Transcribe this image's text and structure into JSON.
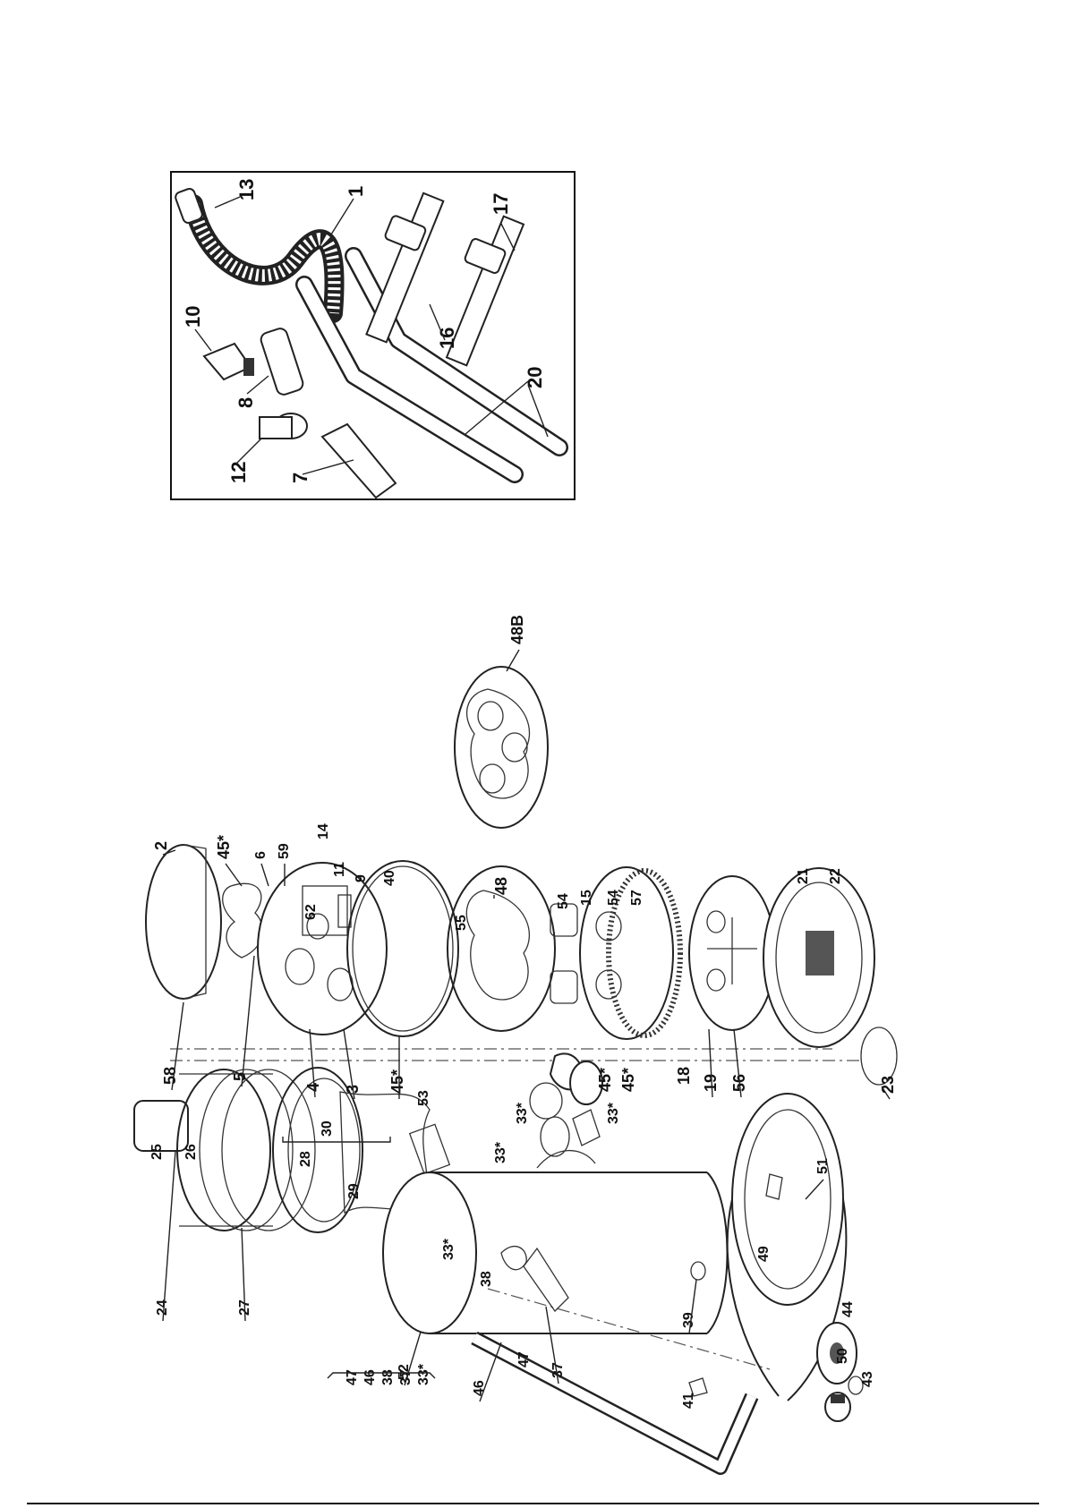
{
  "diagram": {
    "accessories_box": {
      "labels": [
        {
          "id": "acc-13",
          "text": "13"
        },
        {
          "id": "acc-1",
          "text": "1"
        },
        {
          "id": "acc-17",
          "text": "17"
        },
        {
          "id": "acc-10",
          "text": "10"
        },
        {
          "id": "acc-16",
          "text": "16"
        },
        {
          "id": "acc-8",
          "text": "8"
        },
        {
          "id": "acc-20",
          "text": "20"
        },
        {
          "id": "acc-12",
          "text": "12"
        },
        {
          "id": "acc-7",
          "text": "7"
        }
      ]
    },
    "exploded_view": {
      "labels": [
        {
          "id": "ex-48b",
          "text": "48B"
        },
        {
          "id": "ex-2",
          "text": "2"
        },
        {
          "id": "ex-45a",
          "text": "45*"
        },
        {
          "id": "ex-6",
          "text": "6"
        },
        {
          "id": "ex-59",
          "text": "59"
        },
        {
          "id": "ex-14",
          "text": "14"
        },
        {
          "id": "ex-11",
          "text": "11"
        },
        {
          "id": "ex-9",
          "text": "9"
        },
        {
          "id": "ex-62",
          "text": "62"
        },
        {
          "id": "ex-40",
          "text": "40"
        },
        {
          "id": "ex-48",
          "text": "48"
        },
        {
          "id": "ex-55",
          "text": "55"
        },
        {
          "id": "ex-54a",
          "text": "54"
        },
        {
          "id": "ex-15",
          "text": "15"
        },
        {
          "id": "ex-54b",
          "text": "54"
        },
        {
          "id": "ex-57",
          "text": "57"
        },
        {
          "id": "ex-21",
          "text": "21"
        },
        {
          "id": "ex-22",
          "text": "22"
        },
        {
          "id": "ex-58",
          "text": "58"
        },
        {
          "id": "ex-5",
          "text": "5"
        },
        {
          "id": "ex-4",
          "text": "4"
        },
        {
          "id": "ex-3",
          "text": "3"
        },
        {
          "id": "ex-45b",
          "text": "45*"
        },
        {
          "id": "ex-45c",
          "text": "45*"
        },
        {
          "id": "ex-45d",
          "text": "45*"
        },
        {
          "id": "ex-18",
          "text": "18"
        },
        {
          "id": "ex-19",
          "text": "19"
        },
        {
          "id": "ex-56",
          "text": "56"
        },
        {
          "id": "ex-23",
          "text": "23"
        },
        {
          "id": "ex-25",
          "text": "25"
        },
        {
          "id": "ex-26",
          "text": "26"
        },
        {
          "id": "ex-30",
          "text": "30"
        },
        {
          "id": "ex-28",
          "text": "28"
        },
        {
          "id": "ex-29",
          "text": "29"
        },
        {
          "id": "ex-53",
          "text": "53"
        },
        {
          "id": "ex-33a",
          "text": "33*"
        },
        {
          "id": "ex-33b",
          "text": "33*"
        },
        {
          "id": "ex-33c",
          "text": "33*"
        },
        {
          "id": "ex-51",
          "text": "51"
        },
        {
          "id": "ex-24",
          "text": "24"
        },
        {
          "id": "ex-27",
          "text": "27"
        },
        {
          "id": "ex-52",
          "text": "52"
        },
        {
          "id": "ex-33d",
          "text": "33*"
        },
        {
          "id": "ex-38",
          "text": "38"
        },
        {
          "id": "ex-49",
          "text": "49"
        },
        {
          "id": "ex-50",
          "text": "50"
        },
        {
          "id": "ex-46",
          "text": "46"
        },
        {
          "id": "ex-47",
          "text": "47"
        },
        {
          "id": "ex-37",
          "text": "37"
        },
        {
          "id": "ex-39",
          "text": "39"
        },
        {
          "id": "ex-44",
          "text": "44"
        },
        {
          "id": "ex-43",
          "text": "43"
        },
        {
          "id": "ex-41",
          "text": "41"
        }
      ],
      "kit_list": [
        "47",
        "46",
        "38",
        "37",
        "33*"
      ]
    }
  }
}
